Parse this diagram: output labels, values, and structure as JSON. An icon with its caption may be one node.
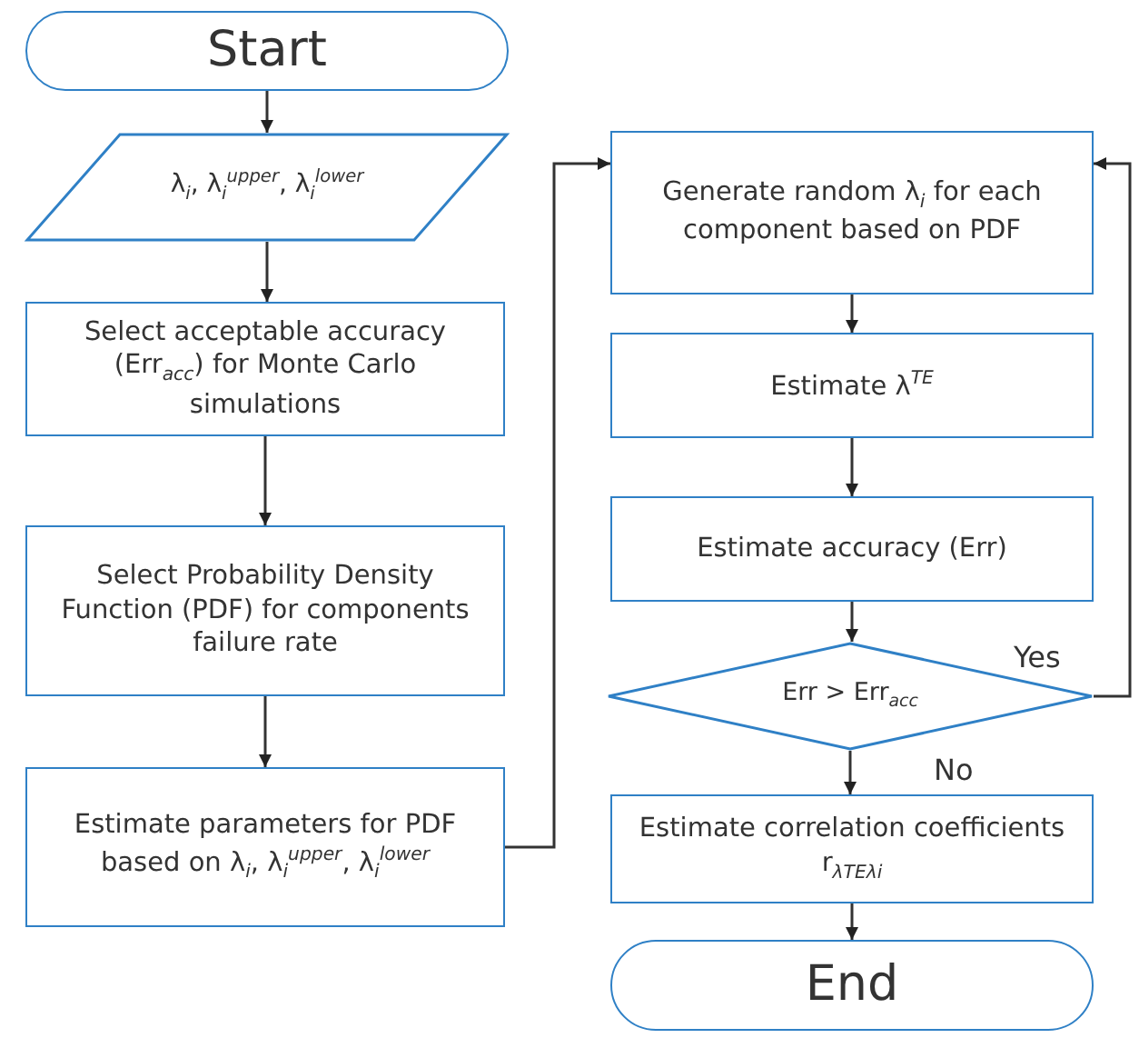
{
  "diagram": {
    "nodes": [
      {
        "text": [
          "Start"
        ]
      },
      {
        "text": [
          "λ$_{i}$, λ$_{i}$$^{upper}$, λ$_{i}$$^{lower}$"
        ]
      },
      {
        "text": [
          "Select acceptable accuracy (Err$_{acc}$) for Monte Carlo simulations"
        ]
      },
      {
        "text": [
          "Select Probability Density Function (PDF) for components failure rate"
        ]
      },
      {
        "text": [
          "Estimate parameters for PDF based on λ$_{i}$, λ$_{i}$$^{upper}$, λ$_{i}$$^{lower}$"
        ]
      },
      {
        "text": [
          "Generate random λ$_{i}$ for each component based on PDF"
        ]
      },
      {
        "text": [
          "Estimate λ$^{TE}$"
        ]
      },
      {
        "text": [
          "Estimate accuracy (Err)"
        ]
      },
      {
        "text": [
          "Err > Err$_{acc}$"
        ]
      },
      {
        "text": [
          "Estimate correlation coefficients r$_{λTEλi}$"
        ]
      },
      {
        "text": [
          "End"
        ]
      }
    ],
    "edges": [
      {
        "from": 0,
        "to": 1,
        "arrow": "to"
      },
      {
        "from": 1,
        "to": 2,
        "arrow": "to"
      },
      {
        "from": 2,
        "to": 3,
        "arrow": "to"
      },
      {
        "from": 3,
        "to": 4,
        "arrow": "to"
      },
      {
        "from": 4,
        "to": 5,
        "arrow": "to"
      },
      {
        "from": 5,
        "to": 6,
        "arrow": "to"
      },
      {
        "from": 6,
        "to": 7,
        "arrow": "to"
      },
      {
        "from": 7,
        "to": 8,
        "arrow": "to"
      },
      {
        "from": 8,
        "to": 9,
        "arrow": "to",
        "label": "No"
      },
      {
        "from": 8,
        "to": 5,
        "arrow": "to",
        "label": "Yes"
      },
      {
        "from": 9,
        "to": 10,
        "arrow": "to"
      }
    ]
  }
}
